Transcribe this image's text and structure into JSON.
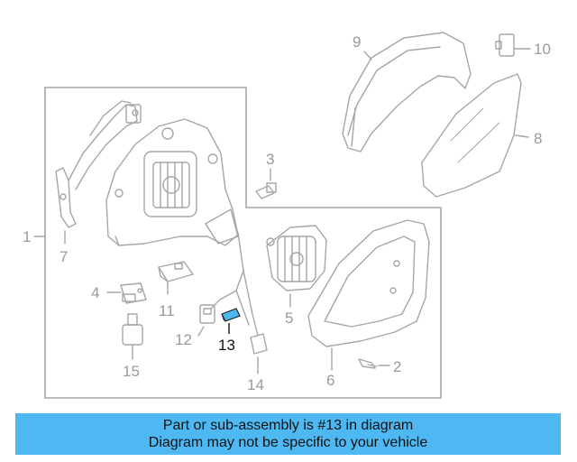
{
  "callouts": {
    "c1": "1",
    "c2": "2",
    "c3": "3",
    "c4": "4",
    "c5": "5",
    "c6": "6",
    "c7": "7",
    "c8": "8",
    "c9": "9",
    "c10": "10",
    "c11": "11",
    "c12": "12",
    "c13": "13",
    "c14": "14",
    "c15": "15"
  },
  "highlight_part": "13",
  "colors": {
    "line": "#a6a6a6",
    "highlight_part": "#4db8f2",
    "banner": "#4db8f2",
    "text_dim": "#9a9a9a"
  },
  "banner": {
    "line1": "Part or sub-assembly is #13 in diagram",
    "line2": "Diagram may not be specific to your vehicle"
  }
}
